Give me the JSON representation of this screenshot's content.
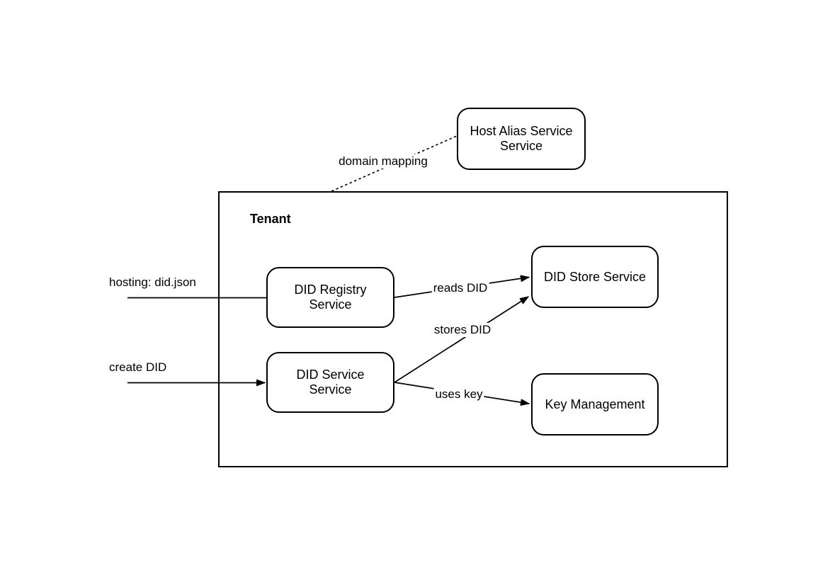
{
  "diagram": {
    "colors": {
      "stroke": "#000000",
      "text": "#000000",
      "background": "#ffffff"
    },
    "container": {
      "label": "Tenant"
    },
    "nodes": {
      "host_alias": {
        "label": "Host Alias Service Service"
      },
      "did_registry": {
        "label": "DID Registry Service"
      },
      "did_service": {
        "label": "DID Service Service"
      },
      "did_store": {
        "label": "DID Store Service"
      },
      "key_management": {
        "label": "Key Management"
      }
    },
    "edges": {
      "domain_mapping": {
        "label": "domain mapping",
        "style": "dashed",
        "arrow": false,
        "from": "Tenant",
        "to": "Host Alias Service Service"
      },
      "hosting_did_json": {
        "label": "hosting: did.json",
        "style": "solid",
        "arrow": false,
        "from": "external",
        "to": "DID Registry Service"
      },
      "create_did": {
        "label": "create DID",
        "style": "solid",
        "arrow": true,
        "from": "external",
        "to": "DID Service Service"
      },
      "reads_did": {
        "label": "reads DID",
        "style": "solid",
        "arrow": true,
        "from": "DID Registry Service",
        "to": "DID Store Service"
      },
      "stores_did": {
        "label": "stores DID",
        "style": "solid",
        "arrow": true,
        "from": "DID Service Service",
        "to": "DID Store Service"
      },
      "uses_key": {
        "label": "uses key",
        "style": "solid",
        "arrow": true,
        "from": "DID Service Service",
        "to": "Key Management"
      }
    }
  }
}
